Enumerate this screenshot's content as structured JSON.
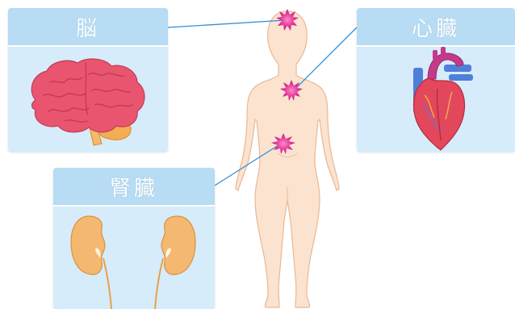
{
  "cards": {
    "brain": {
      "title": "脳"
    },
    "heart": {
      "title": "心臓"
    },
    "kidney": {
      "title": "腎臓"
    }
  },
  "colors": {
    "card_bg": "#d6ecfa",
    "card_header": "#b7dcf3",
    "connector": "#2f8fd8",
    "marker": "#d62f8f",
    "skin": "#fbe3cf",
    "brain": "#e9556f",
    "cerebellum": "#f3ad52",
    "heart": "#e3475b",
    "kidney": "#f4b870"
  },
  "icons": [
    "brain-illustration",
    "heart-illustration",
    "kidneys-illustration",
    "human-body-silhouette",
    "pain-burst-marker"
  ]
}
